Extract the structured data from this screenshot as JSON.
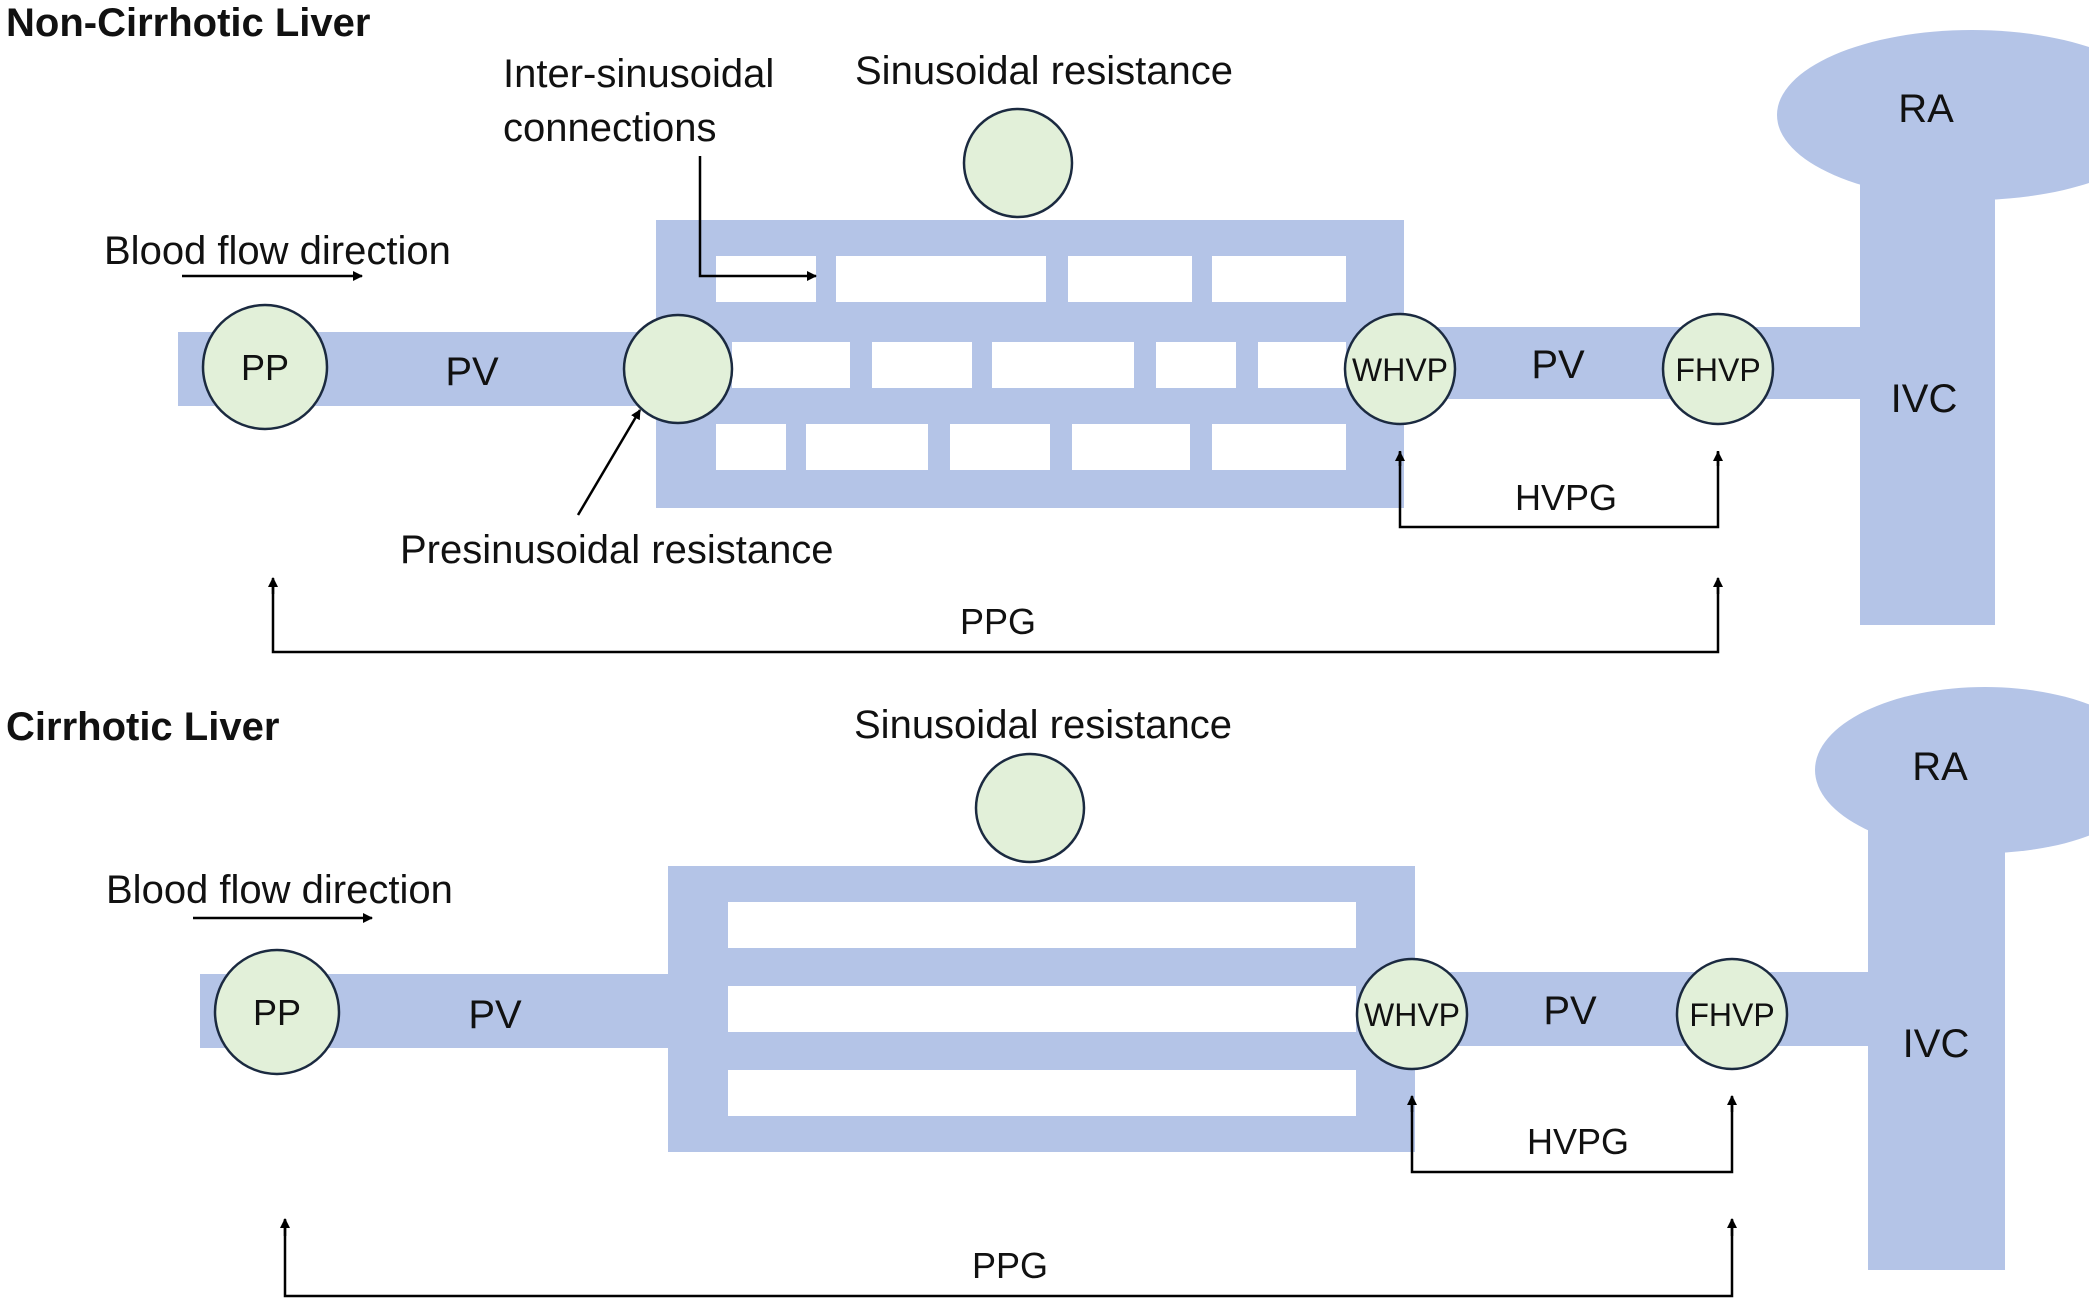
{
  "colors": {
    "vessel": "#b4c4e7",
    "node_fill": "#e2f0d9",
    "node_stroke": "#1b2a40",
    "text": "#111111",
    "background": "#ffffff"
  },
  "panels": [
    {
      "heading": "Non-Cirrhotic Liver",
      "flow_label": "Blood flow direction",
      "inter_sinusoidal_label_line1": "Inter-sinusoidal",
      "inter_sinusoidal_label_line2": "connections",
      "sinusoidal_label": "Sinusoidal resistance",
      "presinusoidal_label": "Presinusoidal resistance",
      "pp": "PP",
      "pv_left": "PV",
      "whvp": "WHVP",
      "pv_right": "PV",
      "fhvp": "FHVP",
      "ra": "RA",
      "ivc": "IVC",
      "hvpg": "HVPG",
      "ppg": "PPG"
    },
    {
      "heading": "Cirrhotic Liver",
      "flow_label": "Blood flow direction",
      "sinusoidal_label": "Sinusoidal resistance",
      "pp": "PP",
      "pv_left": "PV",
      "whvp": "WHVP",
      "pv_right": "PV",
      "fhvp": "FHVP",
      "ra": "RA",
      "ivc": "IVC",
      "hvpg": "HVPG",
      "ppg": "PPG"
    }
  ]
}
